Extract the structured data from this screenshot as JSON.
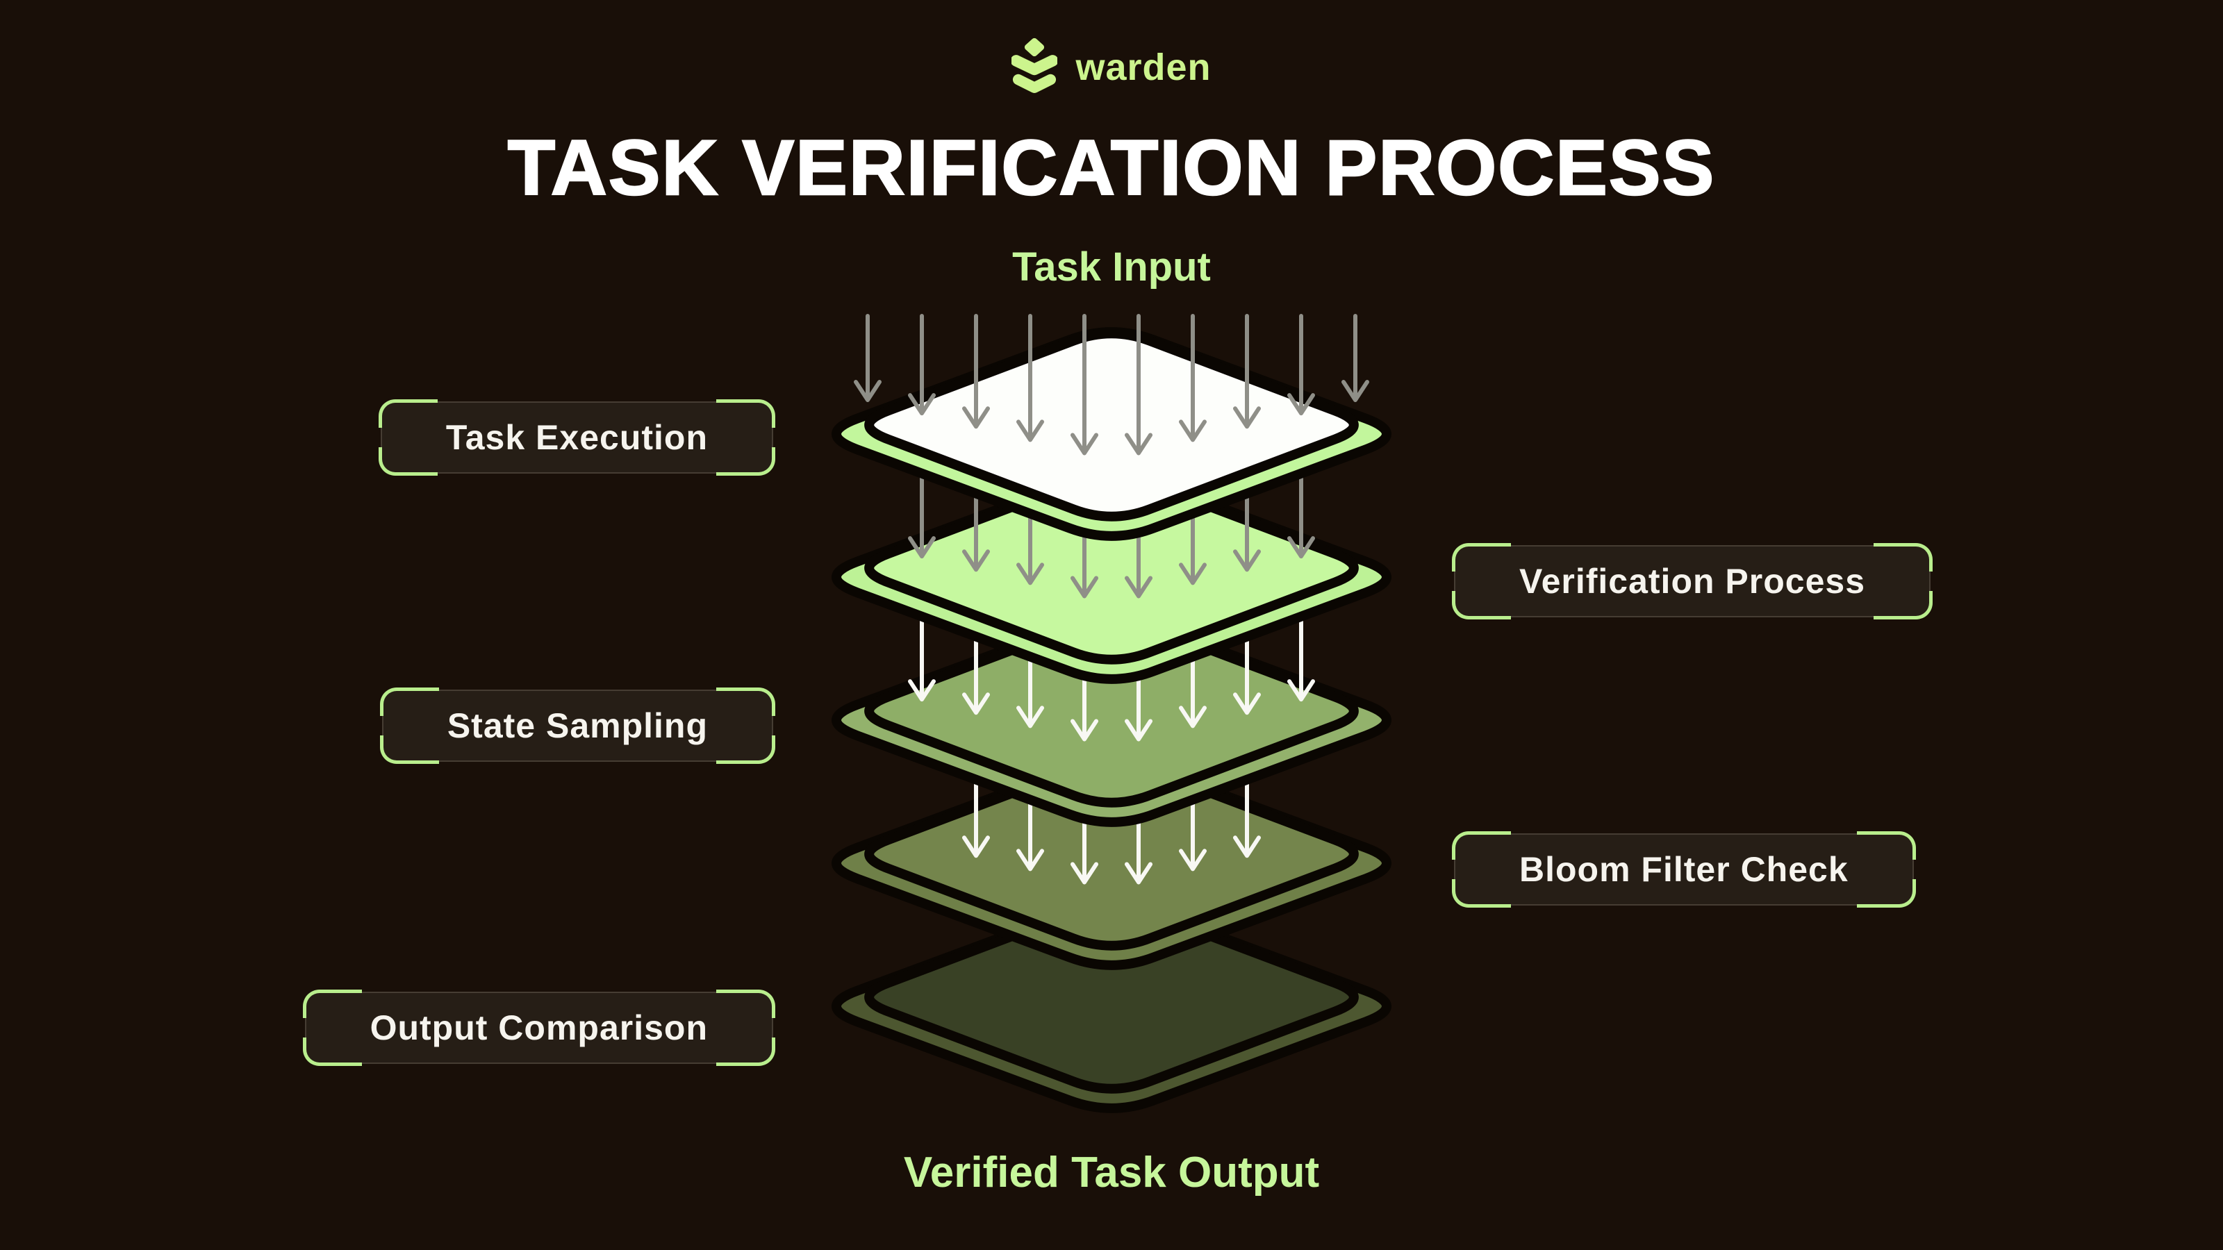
{
  "page": {
    "background": "#190f08",
    "outline_color": "#0a0602"
  },
  "logo": {
    "brand": "warden",
    "icon": "warden-layers-icon",
    "color": "#ccf48d"
  },
  "title": {
    "text": "TASK VERIFICATION PROCESS",
    "color": "#ffffff"
  },
  "flow": {
    "input_label": {
      "text": "Task Input",
      "color": "#c6f69b"
    },
    "output_label": {
      "text": "Verified Task Output",
      "color": "#c6f69b"
    }
  },
  "layers": [
    {
      "label": "Task Execution",
      "side": "left",
      "top_color": "#fdfefb",
      "under_color": "#c2f69c"
    },
    {
      "label": "Verification Process",
      "side": "right",
      "top_color": "#c6f89f",
      "under_color": "#bdf296"
    },
    {
      "label": "State Sampling",
      "side": "left",
      "top_color": "#8eae67",
      "under_color": "#93b26c"
    },
    {
      "label": "Bloom Filter Check",
      "side": "right",
      "top_color": "#74854c",
      "under_color": "#6f8048"
    },
    {
      "label": "Output Comparison",
      "side": "left",
      "top_color": "#394125",
      "under_color": "#4d5730"
    }
  ],
  "arrows": {
    "groups": [
      {
        "from": "Task Input",
        "to": "Task Execution",
        "count": 10,
        "color": "#8f8f88"
      },
      {
        "from": "Task Execution",
        "to": "Verification Process",
        "count": 8,
        "color": "#8f8f88"
      },
      {
        "from": "Verification Process",
        "to": "State Sampling",
        "count": 8,
        "color": "#f8f8f4"
      },
      {
        "from": "State Sampling",
        "to": "Bloom Filter Check",
        "count": 6,
        "color": "#f8f8f4"
      }
    ]
  },
  "callout": {
    "bracket_color": "#b9ee8d",
    "box_background": "#261e16",
    "box_border": "#463d33",
    "text_color": "#f6f4ee"
  }
}
